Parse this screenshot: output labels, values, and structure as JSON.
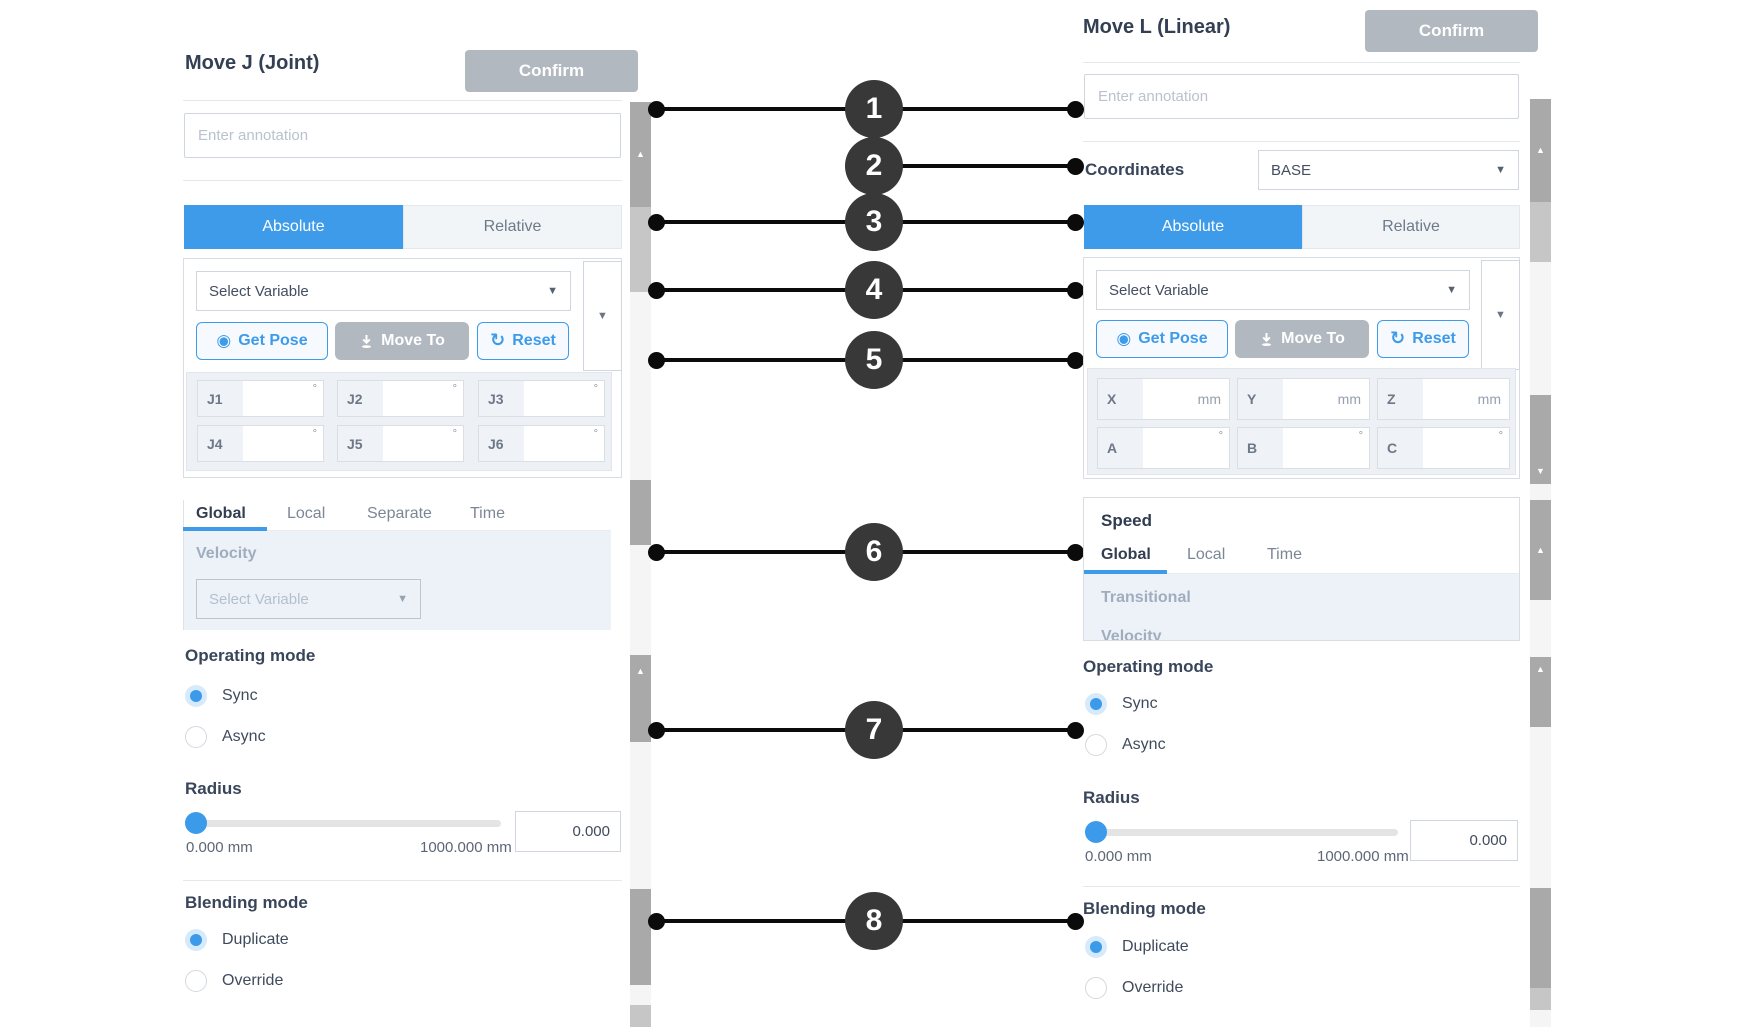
{
  "left_panel": {
    "title": "Move J (Joint)",
    "confirm_label": "Confirm",
    "annotation_placeholder": "Enter annotation",
    "mode_tabs": {
      "absolute": "Absolute",
      "relative": "Relative",
      "active": "Absolute"
    },
    "variable": {
      "select_placeholder": "Select Variable",
      "buttons": {
        "get_pose": "Get Pose",
        "move_to": "Move To",
        "reset": "Reset"
      },
      "joints": [
        {
          "label": "J1",
          "value": "",
          "unit": "°"
        },
        {
          "label": "J2",
          "value": "",
          "unit": "°"
        },
        {
          "label": "J3",
          "value": "",
          "unit": "°"
        },
        {
          "label": "J4",
          "value": "",
          "unit": "°"
        },
        {
          "label": "J5",
          "value": "",
          "unit": "°"
        },
        {
          "label": "J6",
          "value": "",
          "unit": "°"
        }
      ]
    },
    "speed": {
      "tabs": [
        "Global",
        "Local",
        "Separate",
        "Time"
      ],
      "active_tab": "Global",
      "velocity_label": "Velocity",
      "velocity_placeholder": "Select Variable"
    },
    "operating_mode": {
      "heading": "Operating mode",
      "options": [
        "Sync",
        "Async"
      ],
      "selected": "Sync"
    },
    "radius": {
      "heading": "Radius",
      "min_label": "0.000 mm",
      "max_label": "1000.000 mm",
      "value": "0.000"
    },
    "blending_mode": {
      "heading": "Blending mode",
      "options": [
        "Duplicate",
        "Override"
      ],
      "selected": "Duplicate"
    }
  },
  "right_panel": {
    "title": "Move L (Linear)",
    "confirm_label": "Confirm",
    "annotation_placeholder": "Enter annotation",
    "coordinates": {
      "label": "Coordinates",
      "value": "BASE"
    },
    "mode_tabs": {
      "absolute": "Absolute",
      "relative": "Relative",
      "active": "Absolute"
    },
    "variable": {
      "select_placeholder": "Select Variable",
      "buttons": {
        "get_pose": "Get Pose",
        "move_to": "Move To",
        "reset": "Reset"
      },
      "pose_fields": [
        {
          "label": "X",
          "value": "",
          "unit": "mm"
        },
        {
          "label": "Y",
          "value": "",
          "unit": "mm"
        },
        {
          "label": "Z",
          "value": "",
          "unit": "mm"
        },
        {
          "label": "A",
          "value": "",
          "unit": "°"
        },
        {
          "label": "B",
          "value": "",
          "unit": "°"
        },
        {
          "label": "C",
          "value": "",
          "unit": "°"
        }
      ]
    },
    "speed": {
      "heading": "Speed",
      "tabs": [
        "Global",
        "Local",
        "Time"
      ],
      "active_tab": "Global",
      "transitional_label": "Transitional",
      "clipped_label": "Velocity"
    },
    "operating_mode": {
      "heading": "Operating mode",
      "options": [
        "Sync",
        "Async"
      ],
      "selected": "Sync"
    },
    "radius": {
      "heading": "Radius",
      "min_label": "0.000 mm",
      "max_label": "1000.000 mm",
      "value": "0.000"
    },
    "blending_mode": {
      "heading": "Blending mode",
      "options": [
        "Duplicate",
        "Override"
      ],
      "selected": "Duplicate"
    }
  },
  "callouts": [
    "1",
    "2",
    "3",
    "4",
    "5",
    "6",
    "7",
    "8"
  ],
  "icons": {
    "caret_down": "▼",
    "record": "◉",
    "reset": "↻",
    "scroll_up": "▲",
    "scroll_down": "▼"
  },
  "colors": {
    "accent_blue": "#3d9be9",
    "confirm_gray": "#b1b8c0",
    "callout_dark": "#383838",
    "section_blue_bg": "#edf2f9"
  }
}
